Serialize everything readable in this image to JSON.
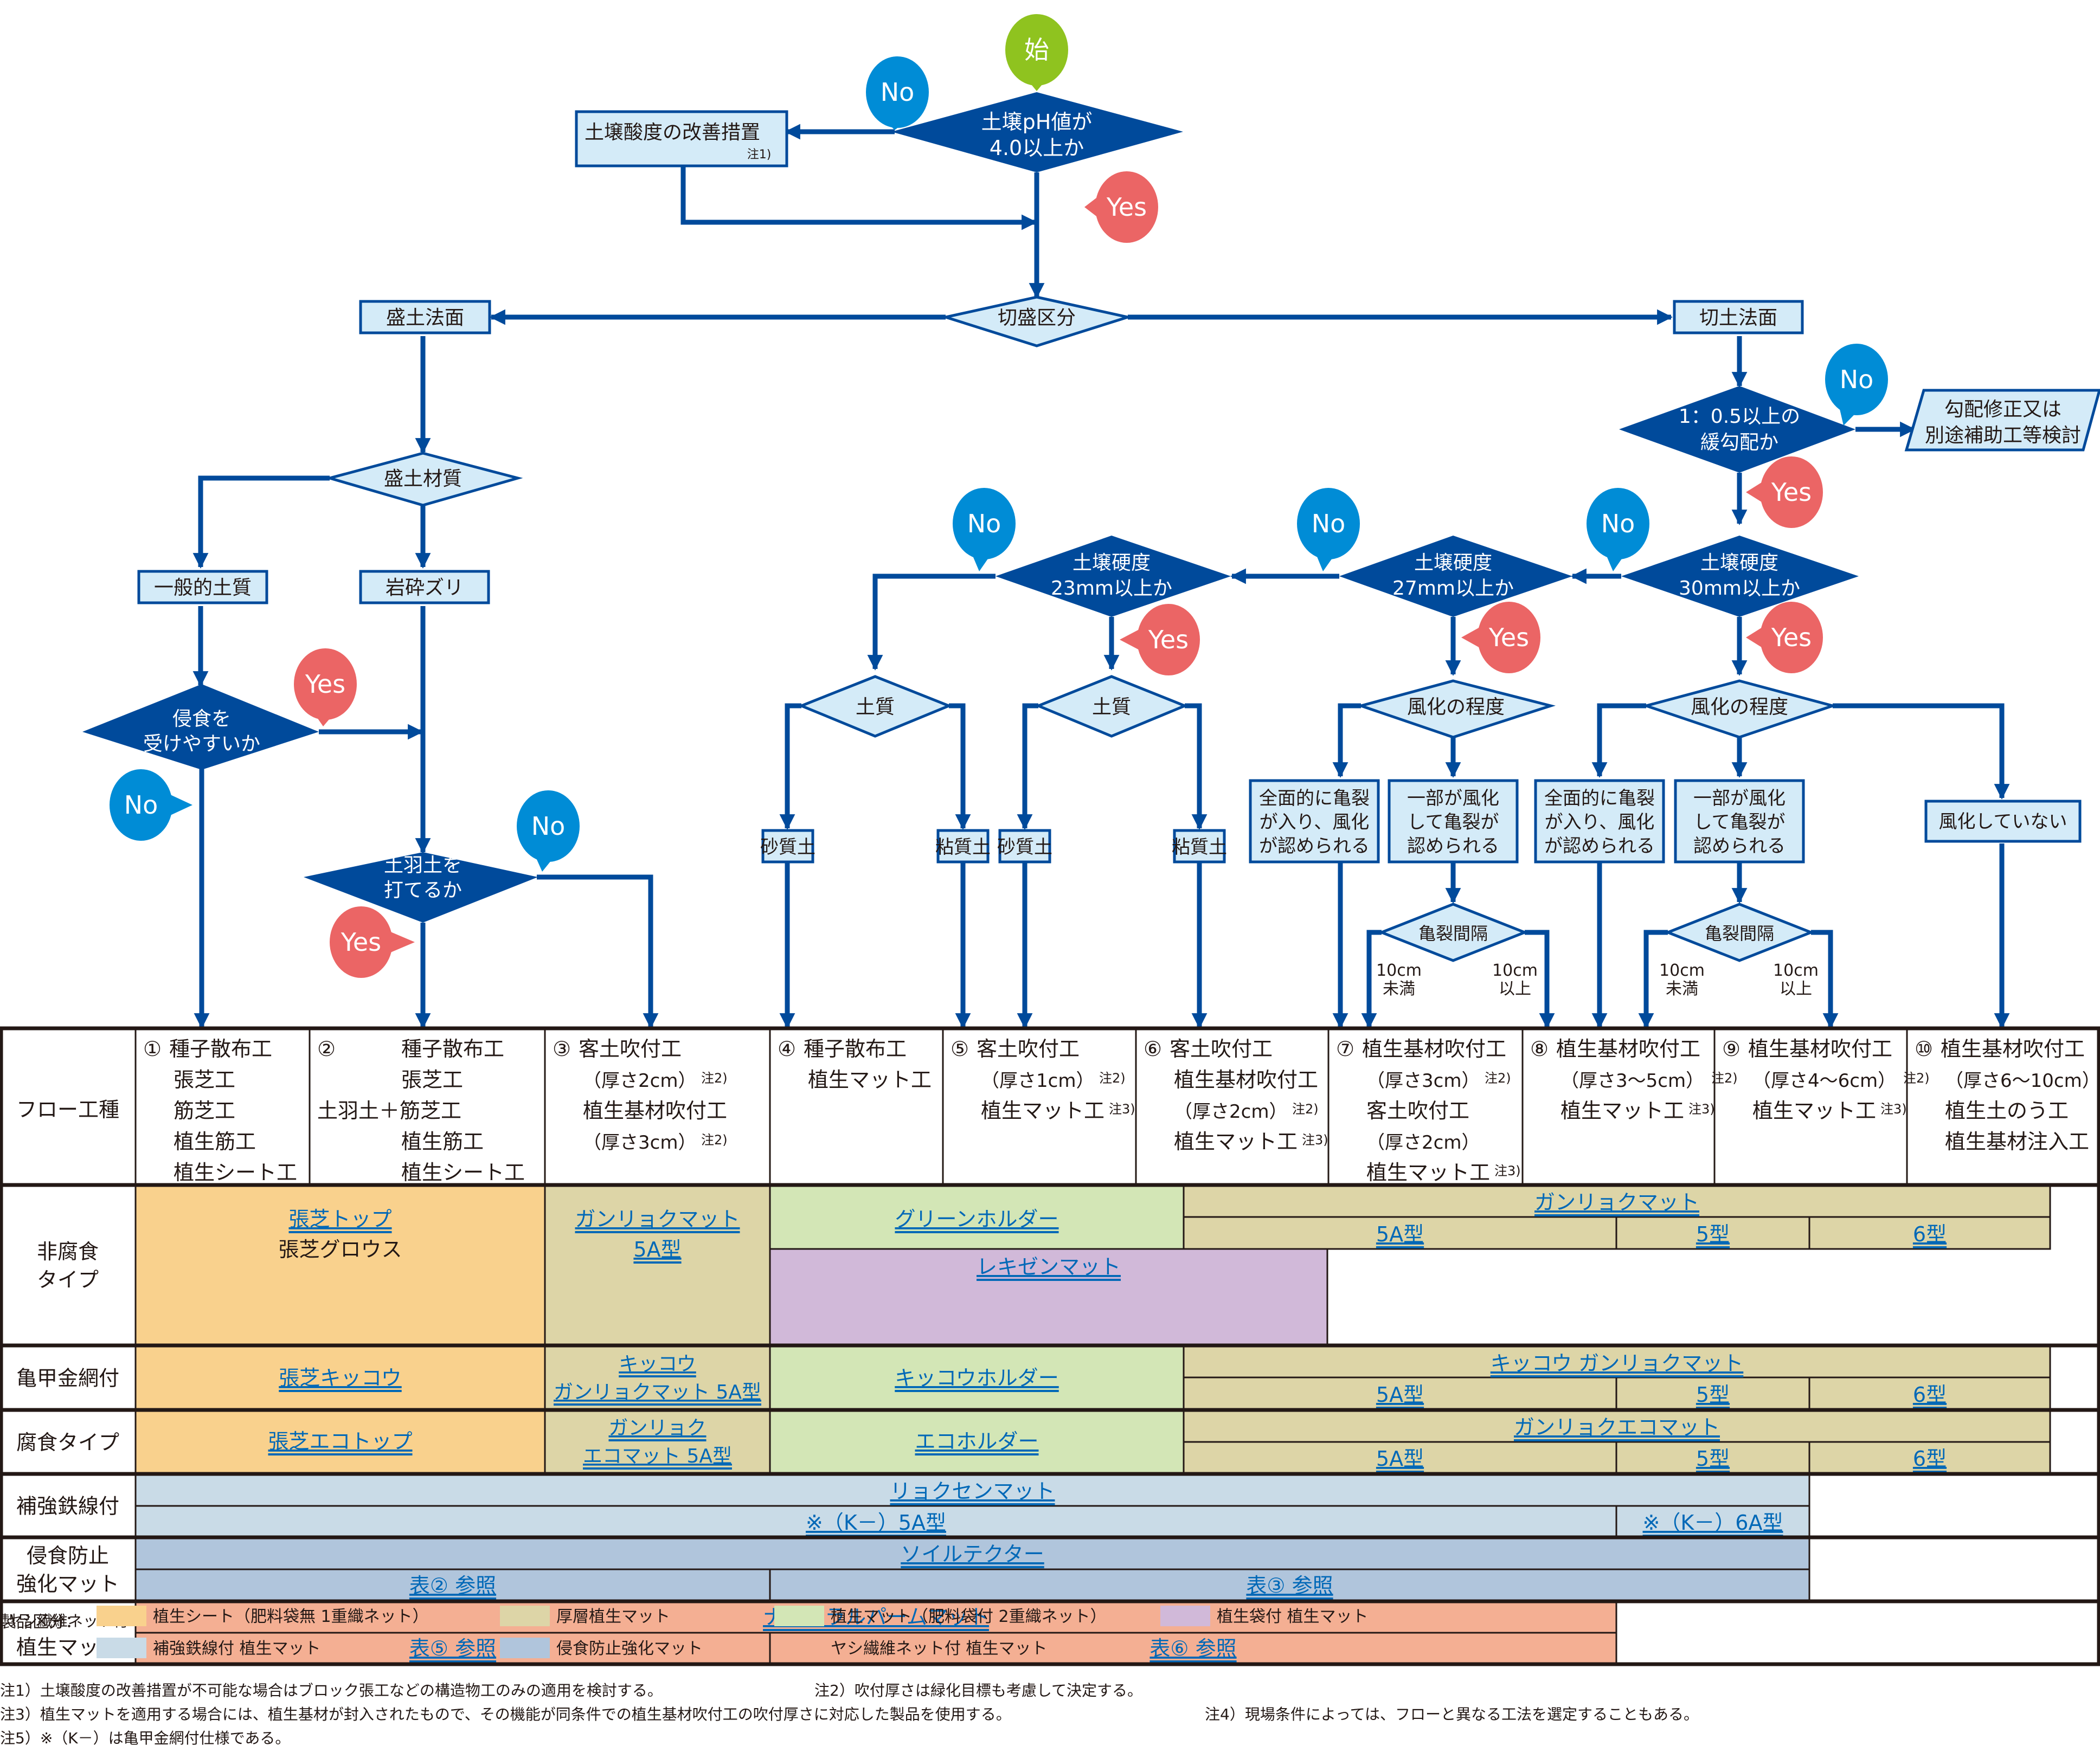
{
  "colors": {
    "flow_line": "#004a9b",
    "dark_decision": "#004a9b",
    "light_box": "#d4ebf8",
    "start_bubble": "#8fc31f",
    "no_bubble": "#008cd6",
    "yes_bubble": "#eb6565",
    "link_text": "#0068b7",
    "cat_sheet": "#f9d18d",
    "cat_thick": "#ddd5a7",
    "cat_mat": "#d3e6b6",
    "cat_bag": "#d1b9d9",
    "cat_wire": "#c9dbe7",
    "cat_erosion": "#b0c5dc",
    "cat_palm": "#f4af93"
  },
  "flow": {
    "start": "始",
    "no": "No",
    "yes": "Yes",
    "ph_question": [
      "土壌pH値が",
      "4.0以上か"
    ],
    "acid_improve": "土壌酸度の改善措置",
    "acid_note": "注1)",
    "cut_fill": "切盛区分",
    "fill_slope": "盛土法面",
    "cut_slope": "切土法面",
    "fill_material": "盛土材質",
    "general_soil": "一般的土質",
    "rock_debris": "岩砕ズリ",
    "erosion_q": [
      "侵食を",
      "受けやすいか"
    ],
    "soil_cover_q": [
      "土羽土を",
      "打てるか"
    ],
    "gradient_q": [
      "1：0.5以上の",
      "緩勾配か"
    ],
    "gradient_fix": [
      "勾配修正又は",
      "別途補助工等検討"
    ],
    "hard30_q": [
      "土壌硬度",
      "30mm以上か"
    ],
    "hard27_q": [
      "土壌硬度",
      "27mm以上か"
    ],
    "hard23_q": [
      "土壌硬度",
      "23mm以上か"
    ],
    "soil_type": "土質",
    "sandy": "砂質土",
    "clayey": "粘質土",
    "weathering": "風化の程度",
    "full_crack": [
      "全面的に亀裂",
      "が入り、風化",
      "が認められる"
    ],
    "partial_crack": [
      "一部が風化",
      "して亀裂が",
      "認められる"
    ],
    "not_weathered": "風化していない",
    "crack_interval": "亀裂間隔",
    "under10": [
      "10cm",
      "未満"
    ],
    "over10": [
      "10cm",
      "以上"
    ]
  },
  "table": {
    "row_headers": {
      "flow": "フロー工種",
      "noncorrosive": [
        "非腐食",
        "タイプ"
      ],
      "hexwire": "亀甲金網付",
      "corrosive": "腐食タイプ",
      "wire": "補強鉄線付",
      "erosion": [
        "侵食防止",
        "強化マット"
      ],
      "palm": [
        "ヤシ繊維ネット付",
        "植生マット"
      ]
    },
    "methods": [
      {
        "num": "①",
        "lines": [
          "種子散布工",
          "張芝工",
          "筋芝工",
          "植生筋工",
          "植生シート工"
        ],
        "notes": [
          "",
          "",
          "",
          "",
          ""
        ]
      },
      {
        "num": "②",
        "lines": [
          "種子散布工",
          "張芝工",
          "土羽土＋筋芝工",
          "植生筋工",
          "植生シート工"
        ],
        "notes": [
          "",
          "",
          "",
          "",
          ""
        ]
      },
      {
        "num": "③",
        "lines": [
          "客土吹付工",
          "（厚さ2cm）",
          "植生基材吹付工",
          "（厚さ3cm）"
        ],
        "notes": [
          "",
          "注2)",
          "",
          "注2)"
        ]
      },
      {
        "num": "④",
        "lines": [
          "種子散布工",
          "植生マット工"
        ],
        "notes": [
          "",
          ""
        ]
      },
      {
        "num": "⑤",
        "lines": [
          "客土吹付工",
          "（厚さ1cm）",
          "植生マット工"
        ],
        "notes": [
          "",
          "注2)",
          "注3)"
        ]
      },
      {
        "num": "⑥",
        "lines": [
          "客土吹付工",
          "植生基材吹付工",
          "（厚さ2cm）",
          "植生マット工"
        ],
        "notes": [
          "",
          "",
          "注2)",
          "注3)"
        ]
      },
      {
        "num": "⑦",
        "lines": [
          "植生基材吹付工",
          "（厚さ3cm）",
          "客土吹付工",
          "（厚さ2cm）",
          "植生マット工"
        ],
        "notes": [
          "",
          "注2)",
          "",
          "",
          "注3)"
        ]
      },
      {
        "num": "⑧",
        "lines": [
          "植生基材吹付工",
          "（厚さ3～5cm）",
          "植生マット工"
        ],
        "notes": [
          "",
          "注2)",
          "注3)"
        ]
      },
      {
        "num": "⑨",
        "lines": [
          "植生基材吹付工",
          "（厚さ4～6cm）",
          "植生マット工"
        ],
        "notes": [
          "",
          "注2)",
          "注3)"
        ]
      },
      {
        "num": "⑩",
        "lines": [
          "植生基材吹付工",
          "（厚さ6～10cm）",
          "植生土のう工",
          "植生基材注入工"
        ],
        "notes": [
          "",
          "注2)",
          "",
          ""
        ]
      }
    ],
    "products": {
      "hariShiba_top": "張芝トップ",
      "hariShiba_gloss": "張芝グロウス",
      "ganryoku_mat": "ガンリョクマット",
      "type_5A": "5A型",
      "type_5": "5型",
      "type_6": "6型",
      "green_holder": "グリーンホルダー",
      "rekizen_mat": "レキゼンマット",
      "hariShiba_kikkou": "張芝キッコウ",
      "kikkou": "キッコウ",
      "ganryoku_mat_5A": "ガンリョクマット 5A型",
      "kikkou_holder": "キッコウホルダー",
      "kikkou_ganryoku_mat": "キッコウ ガンリョクマット",
      "hariShiba_ecotop": "張芝エコトップ",
      "ganryoku": "ガンリョク",
      "ecomat_5A": "エコマット 5A型",
      "eco_holder": "エコホルダー",
      "ganryoku_ecomat": "ガンリョクエコマット",
      "ryokusen_mat": "リョクセンマット",
      "k_5A": "※（K－）5A型",
      "k_6A": "※（K－）6A型",
      "soil_tector": "ソイルテクター",
      "ref_table2": "表② 参照",
      "ref_table3": "表③ 参照",
      "natural_palm_mat": "ナチュラルパームマット",
      "ref_table5": "表⑤ 参照",
      "ref_table6": "表⑥ 参照"
    }
  },
  "legend": {
    "title": "製品区分：",
    "items": [
      {
        "label": "植生シート（肥料袋無 1重織ネット）",
        "color": "#f9d18d"
      },
      {
        "label": "厚層植生マット",
        "color": "#ddd5a7"
      },
      {
        "label": "植生マット（肥料袋付 2重織ネット）",
        "color": "#d3e6b6"
      },
      {
        "label": "植生袋付 植生マット",
        "color": "#d1b9d9"
      },
      {
        "label": "補強鉄線付 植生マット",
        "color": "#c9dbe7"
      },
      {
        "label": "侵食防止強化マット",
        "color": "#b0c5dc"
      },
      {
        "label": "ヤシ繊維ネット付 植生マット",
        "color": "#f4af93"
      }
    ]
  },
  "notes": [
    "注1）土壌酸度の改善措置が不可能な場合はブロック張工などの構造物工のみの適用を検討する。",
    "注2）吹付厚さは緑化目標も考慮して決定する。",
    "注3）植生マットを適用する場合には、植生基材が封入されたもので、その機能が同条件での植生基材吹付工の吹付厚さに対応した製品を使用する。",
    "注4）現場条件によっては、フローと異なる工法を選定することもある。",
    "注5）※（K－）は亀甲金網付仕様である。"
  ]
}
